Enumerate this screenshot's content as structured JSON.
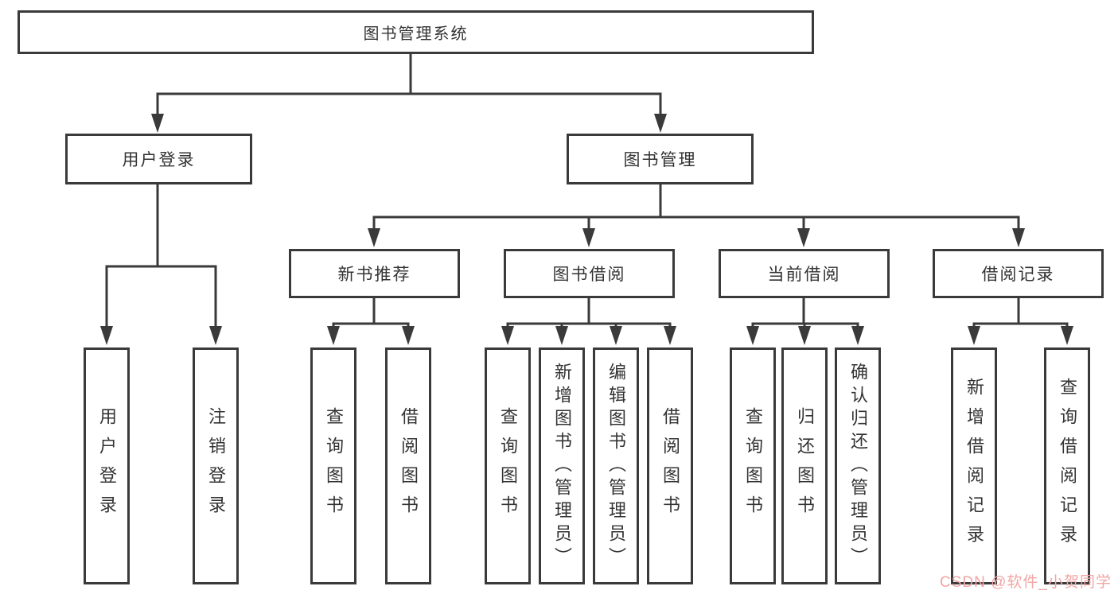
{
  "colors": {
    "line": "#3a3a3a",
    "text": "#333333",
    "watermark": "#f2a5a5"
  },
  "tree": {
    "root": {
      "label": "图书管理系统"
    },
    "children": [
      {
        "label": "用户登录",
        "children": [
          {
            "label": "用户登录"
          },
          {
            "label": "注销登录"
          }
        ]
      },
      {
        "label": "图书管理",
        "children": [
          {
            "label": "新书推荐",
            "children": [
              {
                "label": "查询图书"
              },
              {
                "label": "借阅图书"
              }
            ]
          },
          {
            "label": "图书借阅",
            "children": [
              {
                "label": "查询图书"
              },
              {
                "label": "新增图书（管理员）"
              },
              {
                "label": "编辑图书（管理员）"
              },
              {
                "label": "借阅图书"
              }
            ]
          },
          {
            "label": "当前借阅",
            "children": [
              {
                "label": "查询图书"
              },
              {
                "label": "归还图书"
              },
              {
                "label": "确认归还（管理员）"
              }
            ]
          },
          {
            "label": "借阅记录",
            "children": [
              {
                "label": "新增借阅记录"
              },
              {
                "label": "查询借阅记录"
              }
            ]
          }
        ]
      }
    ]
  },
  "watermark": {
    "text": "CSDN @软件_小贺同学"
  }
}
